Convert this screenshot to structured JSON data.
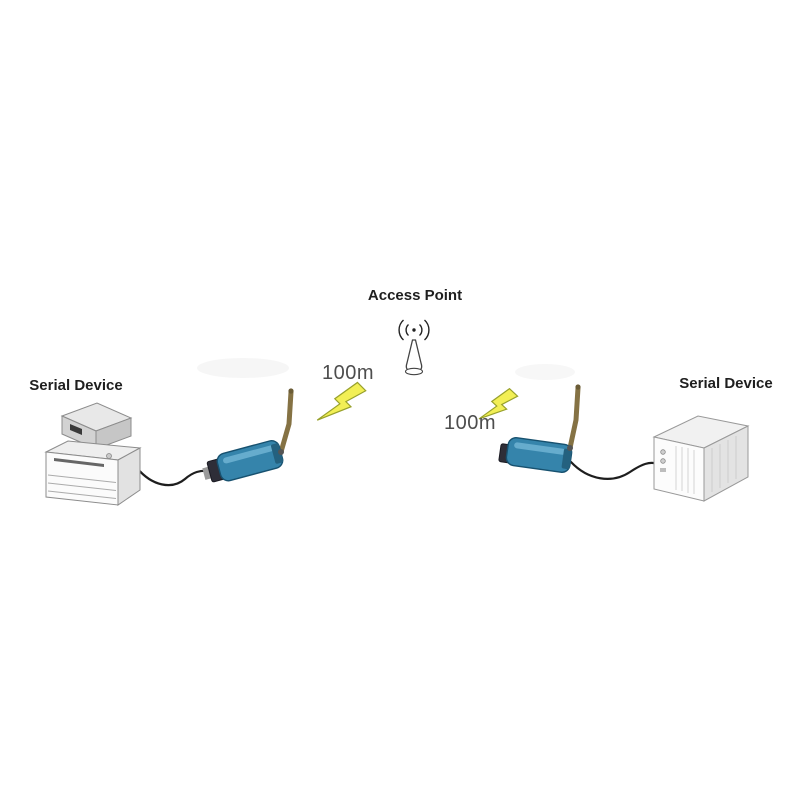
{
  "labels": {
    "access_point": "Access Point",
    "serial_device_left": "Serial Device",
    "serial_device_right": "Serial Device",
    "distance_left": "100m",
    "distance_right": "100m"
  },
  "colors": {
    "adapter_body": "#3584ab",
    "adapter_edge": "#17516f",
    "adapter_highlight": "#6fb3d2",
    "antenna": "#857244",
    "bolt_fill": "#f2ef55",
    "bolt_edge": "#98a12c",
    "cable": "#1e1e1e",
    "device_outline": "#8c8c8c",
    "label_text": "#1f1f1f",
    "distance_text": "#4d4d4d"
  },
  "icons": {
    "access_point": "antenna-with-radio-waves-icon",
    "left_device": "printer-icon",
    "right_device": "server-icon",
    "wireless_link": "lightning-bolt-icon"
  }
}
